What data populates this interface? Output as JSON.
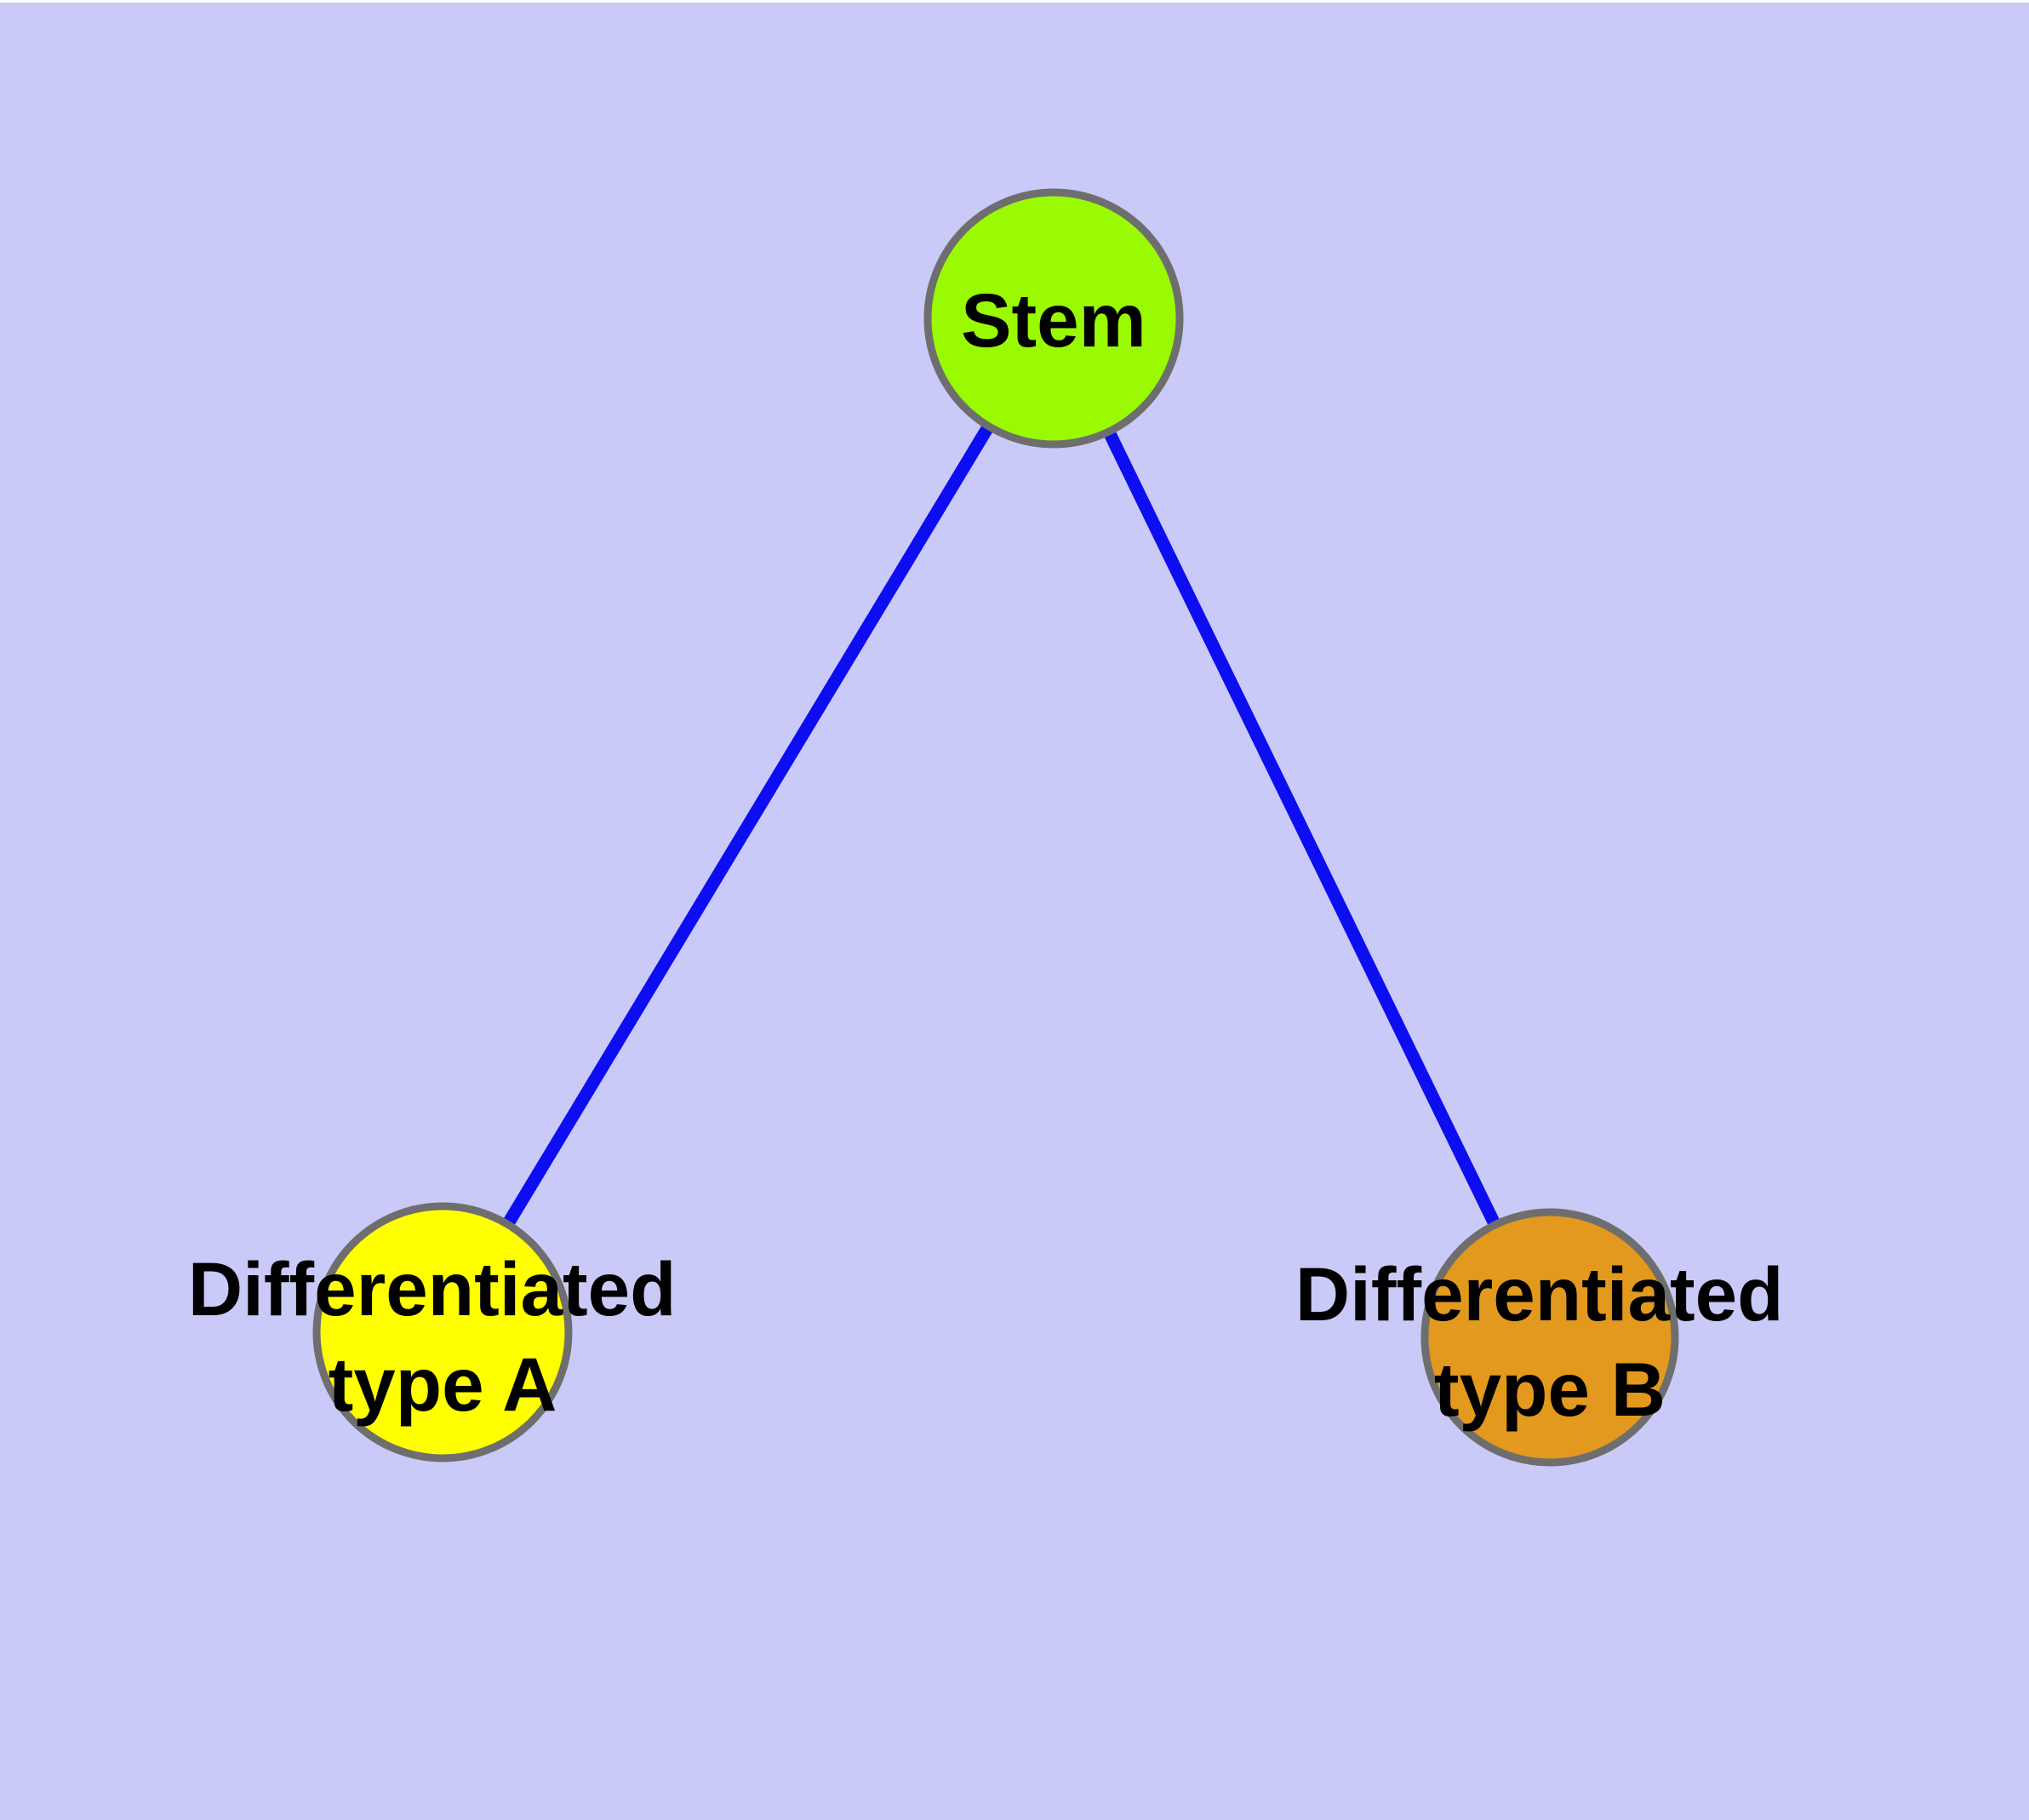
{
  "diagram": {
    "type": "graph",
    "colors": {
      "background": "#cacaf8",
      "top_strip": "#ffffff",
      "edge": "#0d0df2",
      "node_border": "#6e6e6e",
      "label": "#000000",
      "stem_fill": "#9afa02",
      "type_a_fill": "#ffff00",
      "type_b_fill": "#e2991e"
    },
    "nodes": [
      {
        "id": "stem",
        "label": "Stem",
        "label_lines": [
          "Stem"
        ],
        "fill": "#9afa02"
      },
      {
        "id": "differentiated-type-a",
        "label": "Differentiated type A",
        "label_lines": [
          "Differentiated",
          "type A"
        ],
        "fill": "#ffff00"
      },
      {
        "id": "differentiated-type-b",
        "label": "Differentiated type B",
        "label_lines": [
          "Differentiated",
          "type B"
        ],
        "fill": "#e2991e"
      }
    ],
    "edges": [
      {
        "from": "stem",
        "to": "differentiated-type-a"
      },
      {
        "from": "stem",
        "to": "differentiated-type-b"
      }
    ]
  }
}
